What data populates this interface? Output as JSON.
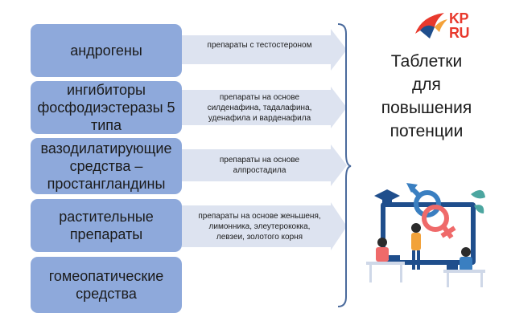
{
  "categories": [
    {
      "label": "андрогены",
      "description": "препараты с тестостероном"
    },
    {
      "label": "ингибиторы\nфосфодиэстеразы 5\nтипа",
      "description": "препараты на основе\nсилденафина, тадалафина,\nуденафила и варденафила"
    },
    {
      "label": "вазодилатирующие\nсредства –\nпростангландины",
      "description": "препараты на основе\nалпростадила"
    },
    {
      "label": "растительные\nпрепараты",
      "description": "препараты на основе женьшеня,\nлимонника, элеутерококка,\nлевзеи, золотого корня"
    },
    {
      "label": "гомеопатические\nсредства",
      "description": ""
    }
  ],
  "title": "Таблетки\nдля\nповышения\nпотенции",
  "logo": {
    "line1": "KP",
    "line2": "RU"
  },
  "colors": {
    "box": "#8ea9db",
    "arrow": "#dde3f0",
    "logo_red": "#e8392d",
    "brace": "#4a6a9c"
  }
}
